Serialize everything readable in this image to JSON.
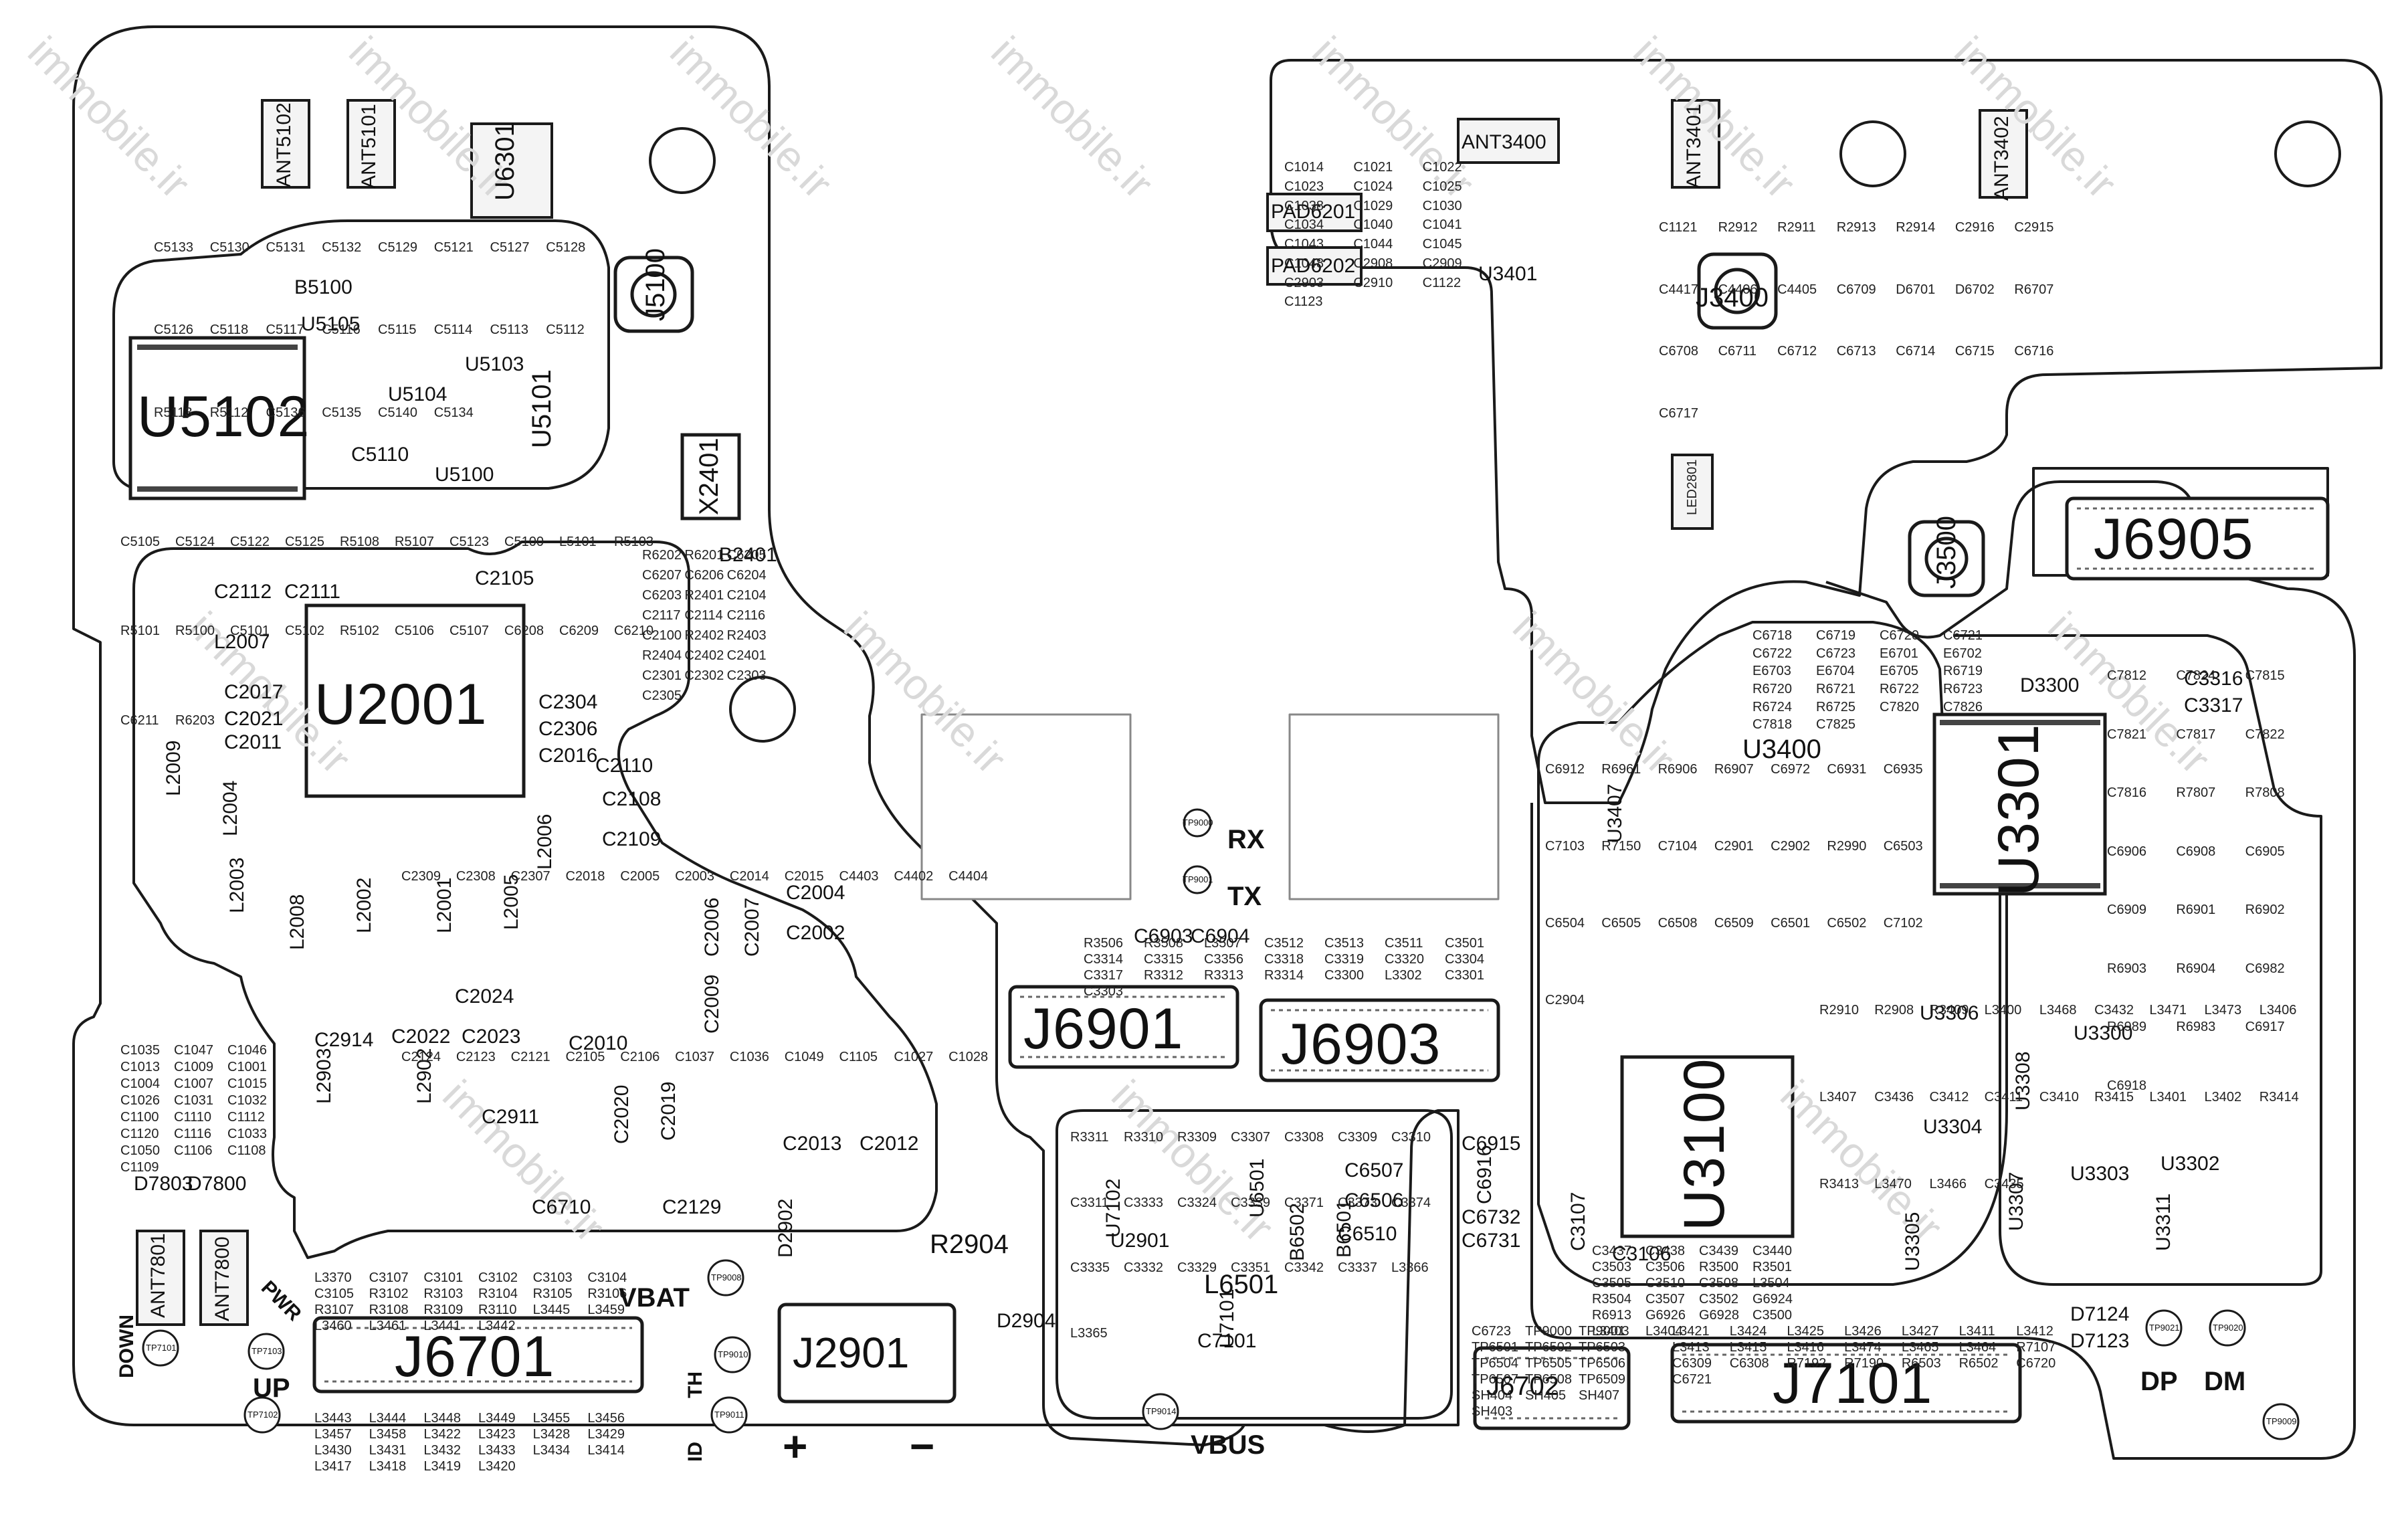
{
  "watermark": "immobile.ir",
  "colors": {
    "outline": "#1a1a1a",
    "pad": "#8a8a8a",
    "background": "#ffffff"
  },
  "big_parts": {
    "u5102": "U5102",
    "u2001": "U2001",
    "u3301": "U3301",
    "u3100": "U3100",
    "j6901": "J6901",
    "j6903": "J6903",
    "j6905": "J6905",
    "j6701": "J6701",
    "j2901": "J2901",
    "j7101": "J7101",
    "j6702": "J6702",
    "x2401": "X2401",
    "u6301": "U6301",
    "u5101": "U5101",
    "j5100": "J5100",
    "j3400": "J3400",
    "j3500": "J3500",
    "u3400": "U3400",
    "r2904": "R2904",
    "l6501": "L6501"
  },
  "antennas": {
    "ant5102": "ANT5102",
    "ant5101": "ANT5101",
    "ant3400": "ANT3400",
    "ant3401": "ANT3401",
    "ant3402": "ANT3402",
    "ant7801": "ANT7801",
    "ant7800": "ANT7800"
  },
  "pads": {
    "pad6201": "PAD6201",
    "pad6202": "PAD6202",
    "led2801": "LED2801"
  },
  "medium_labels": [
    "C2112",
    "C2111",
    "L2007",
    "C2017",
    "C2021",
    "C2011",
    "L2009",
    "L2004",
    "L2003",
    "L2008",
    "L2002",
    "L2001",
    "L2005",
    "L2006",
    "C2304",
    "C2306",
    "C2016",
    "C2110",
    "C2108",
    "C2109",
    "C2004",
    "C2002",
    "C2006",
    "C2007",
    "C2009",
    "C2010",
    "C2024",
    "C2022",
    "C2023",
    "C2914",
    "L2903",
    "L2902",
    "C2911",
    "C2020",
    "C2019",
    "C2129",
    "C2013",
    "C2012",
    "C6710",
    "C6903",
    "C6904",
    "C6507",
    "C6506",
    "C6510",
    "C6915",
    "C6916",
    "C6732",
    "C6731",
    "C3107",
    "C3106",
    "C7101",
    "U2901",
    "U6501",
    "B6502",
    "B6501",
    "U3306",
    "U3300",
    "U3304",
    "U3303",
    "U3302",
    "U3305",
    "U3307",
    "U3311",
    "U3308",
    "U3407",
    "C3316",
    "C3317",
    "D3300",
    "U3401",
    "B5100",
    "U5105",
    "U5104",
    "U5103",
    "U5100",
    "C5110",
    "B2401",
    "C2105",
    "D2902",
    "D2904",
    "D7124",
    "D7123",
    "D7803",
    "D7800",
    "U7102",
    "U7101"
  ],
  "tiny_labels": [
    "C5133",
    "C5130",
    "C5131",
    "C5132",
    "C5129",
    "C5121",
    "C5127",
    "C5128",
    "C5126",
    "C5118",
    "C5117",
    "C5116",
    "C5115",
    "C5114",
    "C5113",
    "C5112",
    "R5113",
    "R5112",
    "C5136",
    "C5135",
    "C5140",
    "C5134",
    "C5105",
    "C5124",
    "C5122",
    "C5125",
    "R5108",
    "R5107",
    "C5123",
    "C5100",
    "L5101",
    "R5103",
    "R5101",
    "R5100",
    "C5101",
    "C5102",
    "R5102",
    "C5106",
    "C5107",
    "C6208",
    "C6209",
    "C6210",
    "C6211",
    "R6203",
    "R6202",
    "R6201",
    "C6205",
    "C6207",
    "C6206",
    "C6204",
    "C6203",
    "R2401",
    "C2104",
    "C2117",
    "C2114",
    "C2116",
    "C2100",
    "R2402",
    "R2403",
    "R2404",
    "C2402",
    "C2401",
    "C2301",
    "C2302",
    "C2303",
    "C2305",
    "C2309",
    "C2308",
    "C2307",
    "C2018",
    "C2005",
    "C2003",
    "C2014",
    "C2015",
    "C4403",
    "C4402",
    "C4404",
    "C2124",
    "C2123",
    "C2121",
    "C2105",
    "C2106",
    "C1037",
    "C1036",
    "C1049",
    "C1105",
    "C1027",
    "C1028",
    "C1035",
    "C1047",
    "C1046",
    "C1013",
    "C1009",
    "C1001",
    "C1004",
    "C1007",
    "C1015",
    "C1026",
    "C1031",
    "C1032",
    "C1100",
    "C1110",
    "C1112",
    "C1120",
    "C1116",
    "C1033",
    "C1050",
    "C1106",
    "C1108",
    "C1109",
    "C1014",
    "C1021",
    "C1022",
    "C1023",
    "C1024",
    "C1025",
    "C1038",
    "C1029",
    "C1030",
    "C1034",
    "C1040",
    "C1041",
    "C1043",
    "C1044",
    "C1045",
    "C1048",
    "C2908",
    "C2909",
    "C2903",
    "C2910",
    "C1122",
    "C1123",
    "C1121",
    "R2912",
    "R2911",
    "R2913",
    "R2914",
    "C2916",
    "C2915",
    "C4417",
    "C4406",
    "C4405",
    "C6709",
    "D6701",
    "D6702",
    "R6707",
    "C6708",
    "C6711",
    "C6712",
    "C6713",
    "C6714",
    "C6715",
    "C6716",
    "C6717",
    "C6718",
    "C6719",
    "C6720",
    "C6721",
    "C6722",
    "C6723",
    "E6701",
    "E6702",
    "E6703",
    "E6704",
    "E6705",
    "R6719",
    "R6720",
    "R6721",
    "R6722",
    "R6723",
    "R6724",
    "R6725",
    "C7820",
    "C7826",
    "C7818",
    "C7825",
    "C7812",
    "C7824",
    "C7815",
    "C7821",
    "C7817",
    "C7822",
    "C7816",
    "R7807",
    "R7808",
    "C6906",
    "C6908",
    "C6905",
    "C6909",
    "R6901",
    "R6902",
    "R6903",
    "R6904",
    "C6982",
    "R6989",
    "R6983",
    "C6917",
    "C6918",
    "C6912",
    "R6961",
    "R6906",
    "R6907",
    "C6972",
    "C6931",
    "C6935",
    "C7103",
    "R7150",
    "C7104",
    "C2901",
    "C2902",
    "R2990",
    "C6503",
    "C6504",
    "C6505",
    "C6508",
    "C6509",
    "C6501",
    "C6502",
    "C7102",
    "C2904",
    "R2910",
    "R2908",
    "R3409",
    "L3400",
    "L3468",
    "C3432",
    "L3471",
    "L3473",
    "L3406",
    "L3407",
    "C3436",
    "C3412",
    "C3411",
    "C3410",
    "R3415",
    "L3401",
    "L3402",
    "R3414",
    "R3413",
    "L3470",
    "L3466",
    "C3435",
    "C3437",
    "C3438",
    "C3439",
    "C3440",
    "C3503",
    "C3506",
    "R3500",
    "R3501",
    "C3505",
    "C3510",
    "C3508",
    "L3504",
    "R3504",
    "C3507",
    "C3502",
    "G6924",
    "R6913",
    "G6926",
    "G6928",
    "C3500",
    "L3403",
    "L3404",
    "R3506",
    "R3508",
    "L3507",
    "C3512",
    "C3513",
    "C3511",
    "C3501",
    "C3314",
    "C3315",
    "C3356",
    "C3318",
    "C3319",
    "C3320",
    "C3304",
    "C3317",
    "R3312",
    "R3313",
    "R3314",
    "C3300",
    "L3302",
    "C3301",
    "C3303",
    "R3311",
    "R3310",
    "R3309",
    "C3307",
    "C3308",
    "C3309",
    "C3310",
    "C3311",
    "C3333",
    "C3324",
    "C3339",
    "C3371",
    "C3373",
    "C3374",
    "C3335",
    "C3332",
    "C3329",
    "C3351",
    "C3342",
    "C3337",
    "L3366",
    "L3365",
    "L3370",
    "C3107",
    "C3101",
    "C3102",
    "C3103",
    "C3104",
    "C3105",
    "R3102",
    "R3103",
    "R3104",
    "R3105",
    "R3106",
    "R3107",
    "R3108",
    "R3109",
    "R3110",
    "L3445",
    "L3459",
    "L3460",
    "L3461",
    "L3441",
    "L3442",
    "L3443",
    "L3444",
    "L3448",
    "L3449",
    "L3455",
    "L3456",
    "L3457",
    "L3458",
    "L3422",
    "L3423",
    "L3428",
    "L3429",
    "L3430",
    "L3431",
    "L3432",
    "L3433",
    "L3434",
    "L3414",
    "L3417",
    "L3418",
    "L3419",
    "L3420",
    "L3421",
    "L3424",
    "L3425",
    "L3426",
    "L3427",
    "L3411",
    "L3412",
    "L3413",
    "L3415",
    "L3416",
    "L3474",
    "L3465",
    "L3464",
    "R7107",
    "C6309",
    "C6308",
    "R7192",
    "R7190",
    "R6503",
    "R6502",
    "C6720",
    "C6721",
    "C6723",
    "TP9000",
    "TP9001",
    "TP6501",
    "TP6502",
    "TP6503",
    "TP6504",
    "TP6505",
    "TP6506",
    "TP6507",
    "TP6508",
    "TP6509",
    "SH404",
    "SH405",
    "SH407",
    "SH403"
  ],
  "testpoints": [
    "TP9008",
    "TP9010",
    "TP9011",
    "TP7101",
    "TP7103",
    "TP7102",
    "TP9014",
    "TP9021",
    "TP9020",
    "TP9009",
    "TP9000",
    "TP9001"
  ],
  "signals": {
    "rx": "RX",
    "tx": "TX",
    "vbat": "VBAT",
    "vbus": "VBUS",
    "down": "DOWN",
    "up": "UP",
    "pwr": "PWR",
    "th": "TH",
    "id": "ID",
    "plus": "+",
    "minus": "−",
    "dp": "DP",
    "dm": "DM"
  }
}
